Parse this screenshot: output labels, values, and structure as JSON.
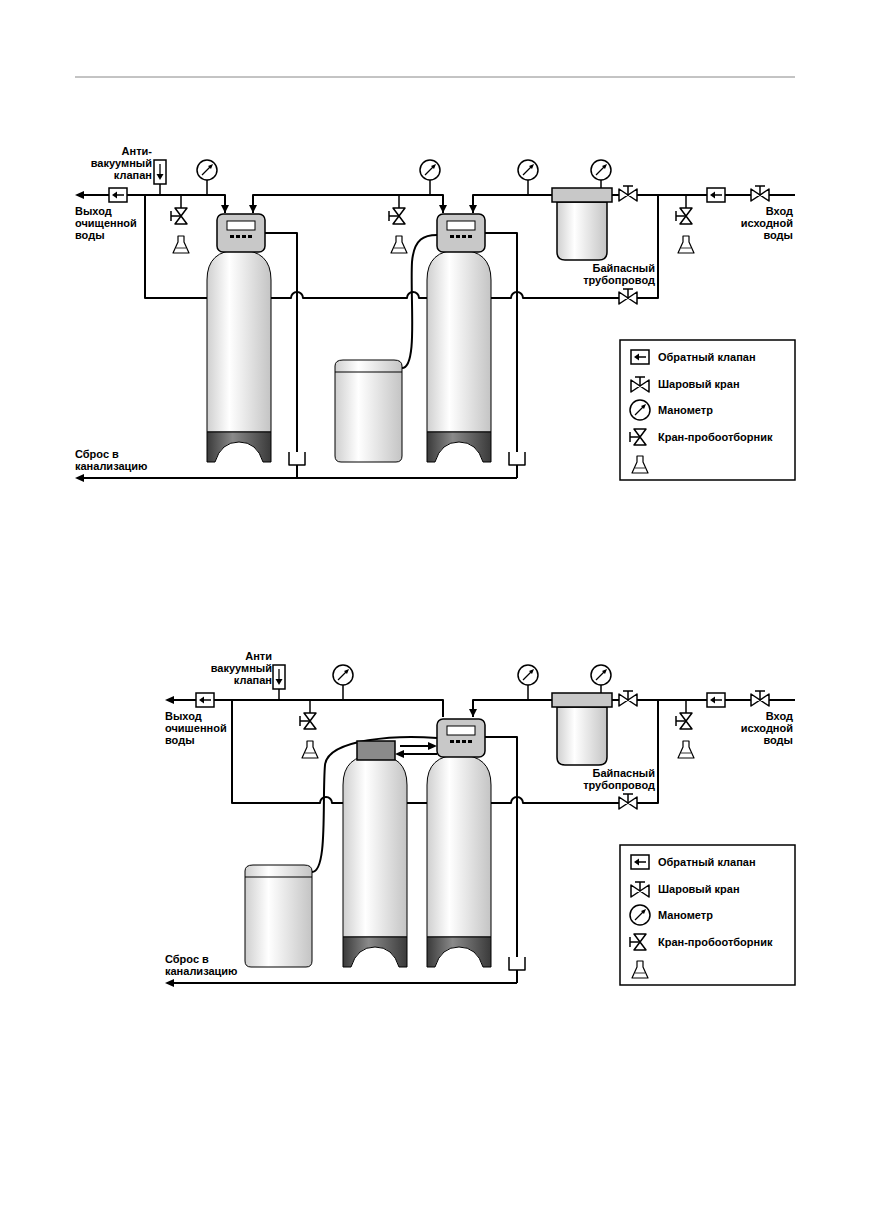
{
  "diagram": {
    "labels": [
      "Анти- вакуумный клапан",
      "Выход очищенной воды",
      "Вход исходной воды",
      "Байпасный трубопровод",
      "Сброс в канализацию",
      "Анти вакуумный клапан",
      "Выход очишенной воды",
      "Вход исходной воды",
      "Байпасный трубопровод",
      "Сброс в канализацию"
    ],
    "legend": [
      {
        "text": "Обратный клапан"
      },
      {
        "text": "Шаровый кран"
      },
      {
        "text": "Манометр"
      },
      {
        "text": "Кран-пробоотборник"
      },
      {
        "text": "Обратный клапан"
      },
      {
        "text": "Шаровый кран"
      },
      {
        "text": "Манометр"
      },
      {
        "text": "Кран-пробоотборник"
      }
    ]
  }
}
